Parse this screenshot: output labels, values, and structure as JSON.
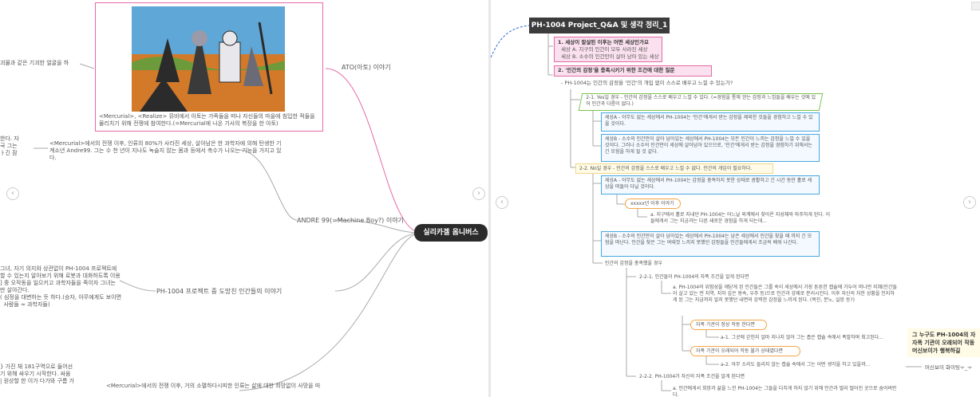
{
  "left": {
    "top_box_caption": "<Mercurial>, <Realize> 뮤비에서 아토는 가족들을 떠나 자신들의 마을에 침입한 적들을 물리치기 위해 전쟁에 참여한다.(=Mercurial에 나온 기사의 복장을 한 아토)",
    "ato_node": "ATO(아토) 이야기",
    "andre_node": "ANDRE 99(=Machine Boy?) 이야기",
    "ph_story_node": "PH-1004 프로젝트 중 도망친 인간들의 이야기",
    "center_node": "실리카겔 옴니버스",
    "andre_text": "<Mercurial>에서의 전쟁 이후, 인류의 80%가 사라진 세상, 살아남은 한 과학자에 의해 탄생한 기계소년 Andre99. 그는 수 천 년이 지나도 녹슬지 않는 몸과 등에서 촉수가 나오는 기능을 가지고 있다.",
    "clip_top_left": "괴물과 같은 기괴한 얼굴을 하",
    "clip_mid_left": "한다. 자\n국 그는\nㅏ긴 잠",
    "clip_ph_left": "그녀, 자기 의지와 상관없이 PH-1004 프로젝트에\n할 수 있는지 알아보기 위해 로봇과 대화하도록 이용\n] 중 오작동을 일으키고 과학자들을 죽이자 그녀는\n만 살아간다.\n( 심정을 대변하는 듯 하다.(승자, 아무에게도 보이면\n  사람들 ≈ 과학자들)",
    "clip_bottom_left": "} 가진 채 181구역으로 들어선\n기 위해 싸우기 시작한다. 싸움\n| 원상할 한 이가 다가와 구름 가",
    "clip_bottom_text": "<Mercurial>에서의 전쟁 이후, 거의 소멸하다시피한 인류는 삶에 대한 희망없이 사망을 따"
  },
  "right": {
    "title": "PH-1004 Project_Q&A 및 생각 정리_1",
    "q1_title": "1. 세상이 말살된 이후는 어떤 세상인가요",
    "q1_a": "세상 A. 지구의 인간이 모두 사라진 세상",
    "q1_b": "세상 B. 소수의 인간만이 살아 남아 있는 세상",
    "q2_title": "2. '인간의 감정'을 충족시키기 위한 조건에 대한 질문",
    "q2_sub": "- PH-1004는 인간의 감정을 '인간'의 개입 없이 스스로 배우고 느낄 수 있는가?",
    "yes_text": "2-1. Yes일 경우 - 인간의 감정을 스스로 배우고 느낄 수 있다. (=경험을 통해 얻는 감정과 느낌들을 배우는 것에 있어 인간과 다름이 없다.)",
    "yes_a": "세상A - 아무도 없는 세상에서 PH-1004는 '인간'에게서 받는 감정을 제외한 것들을 경험하고 느낄 수 있을 것이다.",
    "yes_b": "세상B - 소수의 인간만이 살아 남아있는 세상에서 PH-1004는 모든 인간이 느끼는 감정을 느낄 수 있을 것이다. 그러나 소수의 인간만이 세상에 살아남아 있으므로, '인간'에게서 받는 감정을 경험하기 위해서는 긴 모험을 하게 될 것 같다.",
    "no_text": "2-2. No일 경우 - 인간의 감정을 스스로 배우고 느낄 수 없다. 인간의 개입이 필요하다.",
    "no_a": "세상A - 아무도 없는 세상에서 PH-1004는 감정을 충족하지 못한 상태로 광활하고 긴 시간 동안 홀로 세상을 떠돌아 다닐 것이다.",
    "xxxx_pill": "xxxxx년 이후 이야기",
    "xxxx_text": "a. 지구에서 홀로 지내던 PH-1004는 어느날 외계에서 찾아온 지성체와 마주하게 된다. 이들에게서 그는 지금과는 다른 새로운 경험을 하게 되는데...",
    "no_b": "세상B - 소수의 인간만이 살아 남아있는 세상에서 PH-1004는 남은 세상에서 인간을 찾을 때 까지 긴 모험을 떠난다. 인간을 찾은 그는 여태껏 느끼지 못했던 감정들을 인간들에게서 조금씩 배워 나간다.",
    "cond": "인간의 감정을 충족했을 경우",
    "c221": "2-2-1. 인간들이 PH-1004의 자폭 조건을 알게 된다면",
    "c221_a": "a. PH-1004의 위험성을 깨닫게 된 인간들은 그를 속이 세상에서 가장 튼튼한 캡슐에 가두어 머나먼 지혜(인간들이 살고 있는 먼 지역, 지하 깊은 왕속, 우주 등)으로 인간과 강제로 분리시킨다. 이후 자신의 처한 상황을 인지하게 된 그는 지금까지 알지 못했던 내면의 강력한 감정을 느끼게 된다. (복진, 분노, 실망 등?)",
    "p1": "자폭 기관이 정상 작동 한다면",
    "p1_text": "a-1. 그곳에 갇힌지 얼마 지나지 않아 그는 좁은 캡슐 속에서 폭발하며 최고된다...",
    "p2": "자폭 기관이 오래되어 작동 불가 상태였다면",
    "p2_text": "a-2. 아무 소리도 들리지 않는 캡슐 속에서 그는 어떤 생각을 하고 있을까...",
    "c222": "2-2-2. PH-1004가 자신의 자폭 조건을 알게 된다면",
    "c222_a": "a. 인간에게서 희망과 삶을 느낀 PH-1004는 그들을 다치게 하지 않기 위해 인간과 멀리 떨어진 곳으로 숨어버린다.",
    "side_note": "그 누구도 PH-1004의 자\n자폭 기관이 오래되어 작동\n머신보이가 행복하길",
    "side_reply": "머신보이 화이팅ㅜ_ㅜ"
  }
}
